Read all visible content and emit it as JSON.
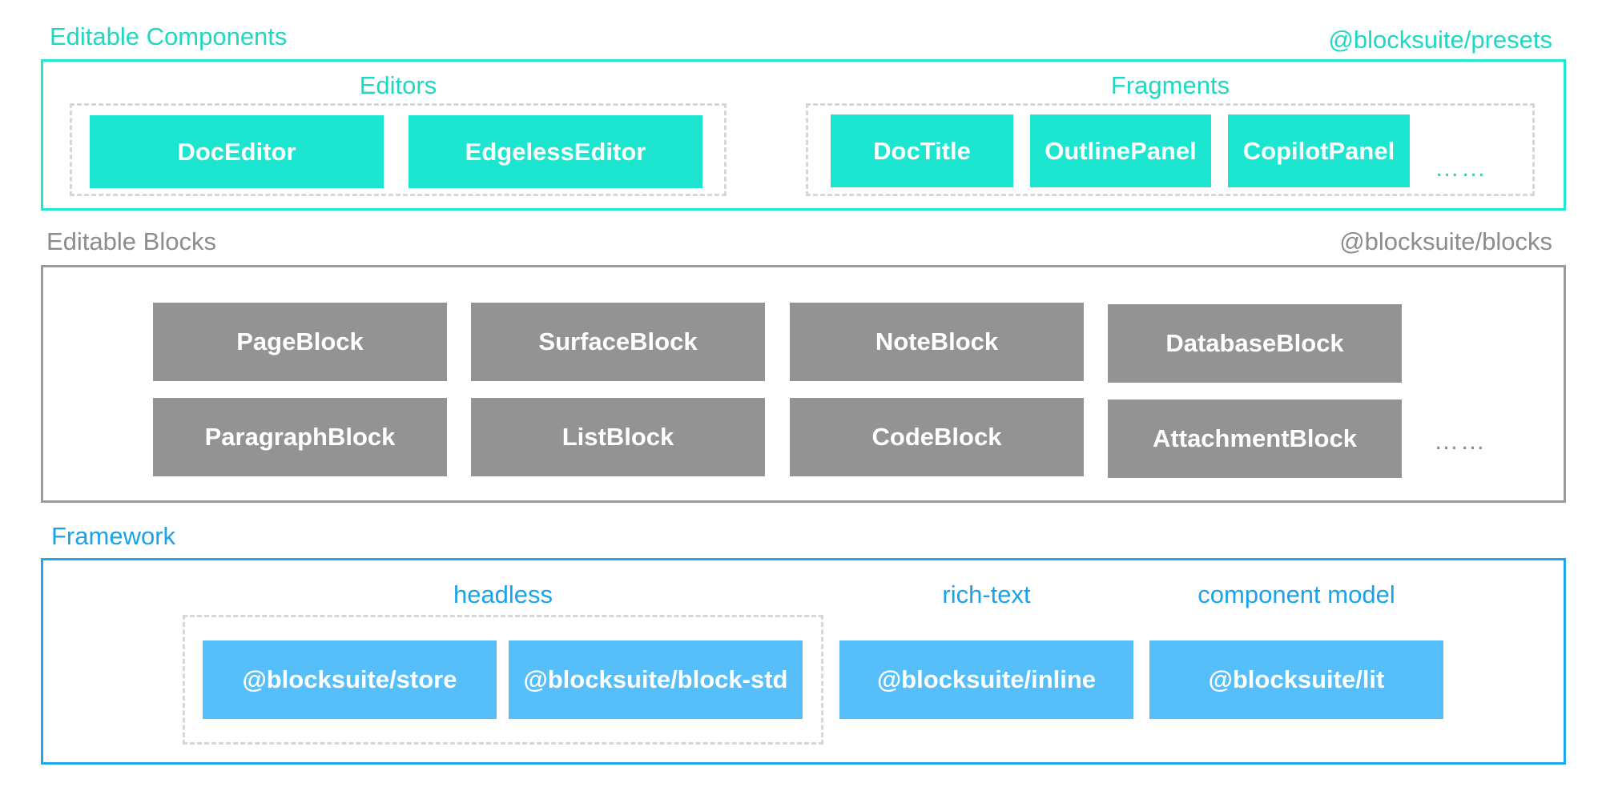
{
  "colors": {
    "components_accent": "#1ce6cf",
    "blocks_accent": "#939393",
    "framework_accent": "#56bff9",
    "dashed_border": "#d6d6d6"
  },
  "components": {
    "title": "Editable Components",
    "package": "@blocksuite/presets",
    "editors_label": "Editors",
    "editors": [
      "DocEditor",
      "EdgelessEditor"
    ],
    "fragments_label": "Fragments",
    "fragments": [
      "DocTitle",
      "OutlinePanel",
      "CopilotPanel"
    ],
    "more": "……"
  },
  "blocks": {
    "title": "Editable Blocks",
    "package": "@blocksuite/blocks",
    "items": [
      "PageBlock",
      "SurfaceBlock",
      "NoteBlock",
      "DatabaseBlock",
      "ParagraphBlock",
      "ListBlock",
      "CodeBlock",
      "AttachmentBlock"
    ],
    "more": "……"
  },
  "framework": {
    "title": "Framework",
    "headless_label": "headless",
    "headless": [
      "@blocksuite/store",
      "@blocksuite/block-std"
    ],
    "richtext_label": "rich-text",
    "richtext": "@blocksuite/inline",
    "component_model_label": "component model",
    "component_model": "@blocksuite/lit"
  }
}
